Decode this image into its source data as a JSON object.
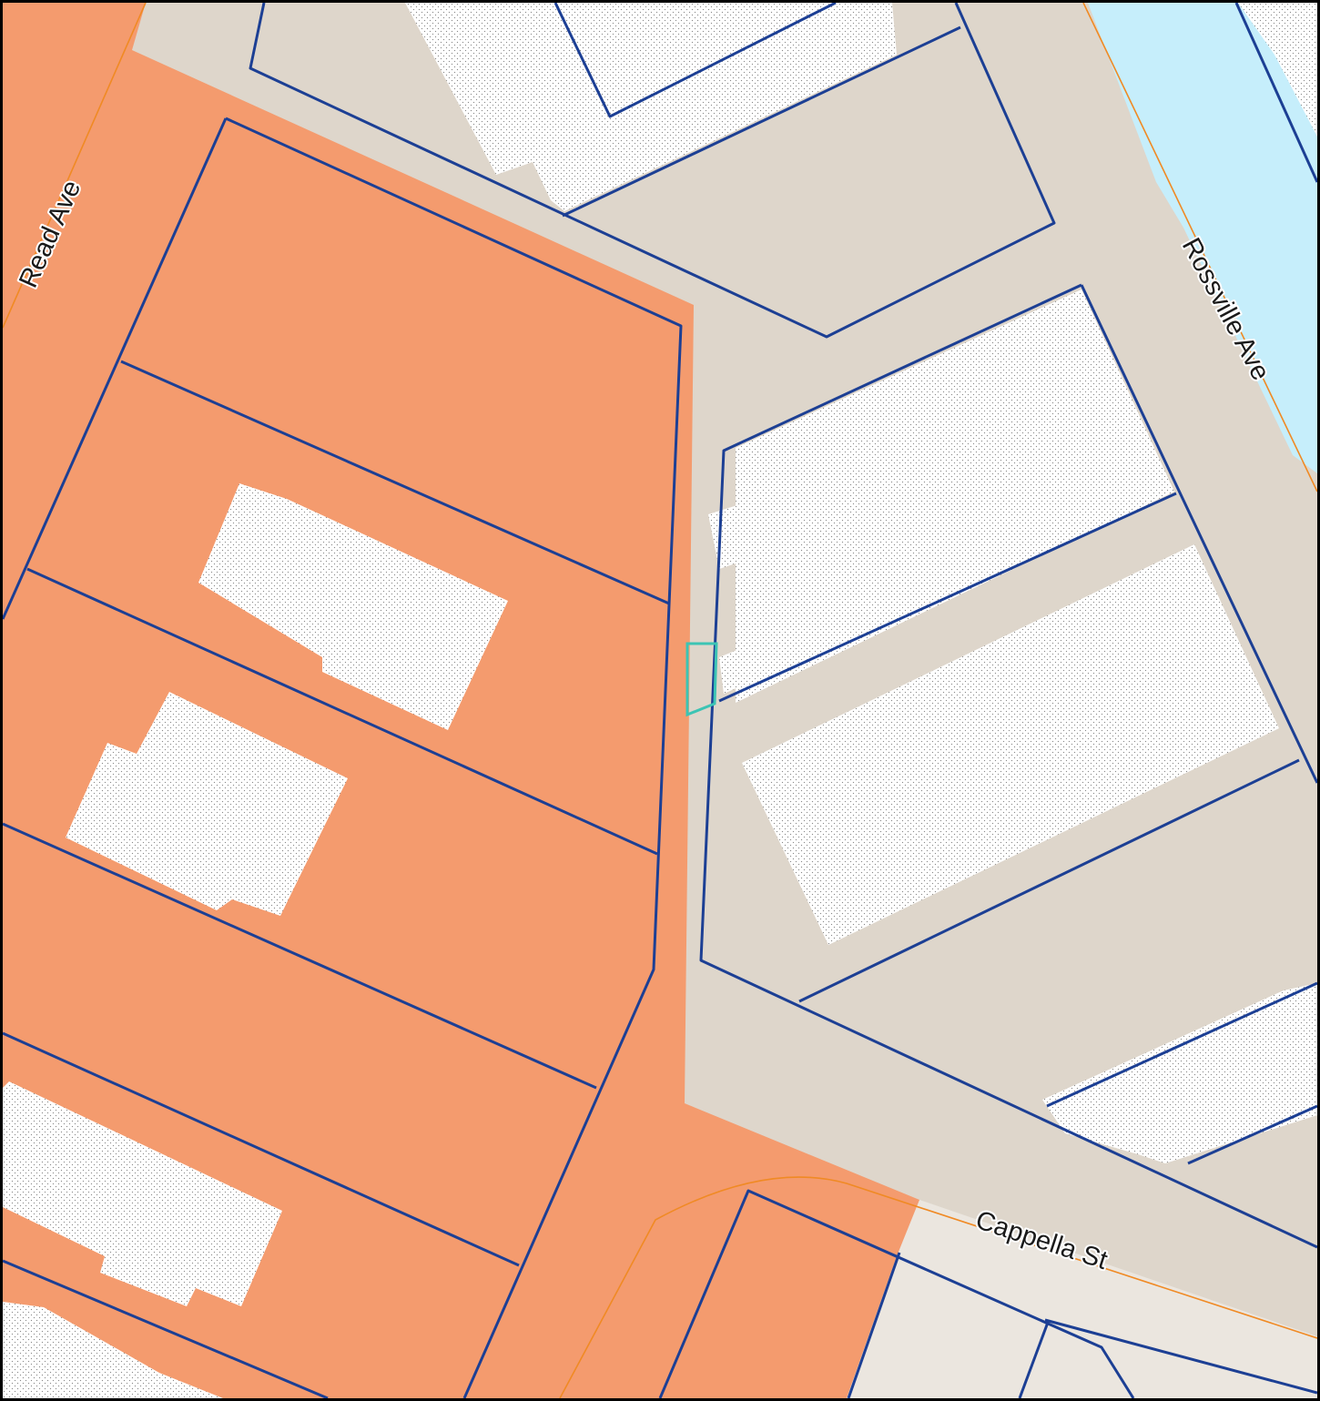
{
  "map": {
    "colors": {
      "zone_commercial": "#f49b6e",
      "zone_industrial": "#ded6cb",
      "zone_residential": "#ebe6df",
      "water": "#c6eefb",
      "building_fill": "#ffffff",
      "building_stipple": "#8a8a8a",
      "parcel_line": "#1c3f94",
      "street_centerline": "#f08a24",
      "selected_parcel": "#3cc4b4",
      "frame_border": "#000000"
    },
    "streets": {
      "read": "Read Ave",
      "rossville": "Rossville Ave",
      "cappella": "Cappella St"
    },
    "icons": [
      "building-footprint-icon",
      "selected-parcel-icon"
    ]
  }
}
